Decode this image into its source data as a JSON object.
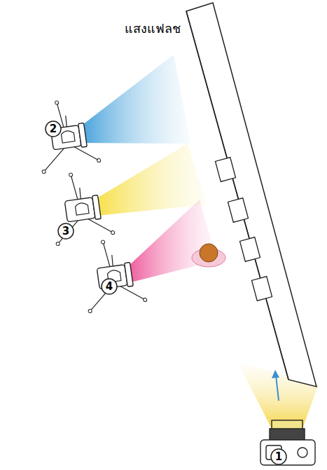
{
  "diagram": {
    "labels": [
      "แสงแฟลช",
      "2",
      "3",
      "4",
      "1"
    ]
  }
}
